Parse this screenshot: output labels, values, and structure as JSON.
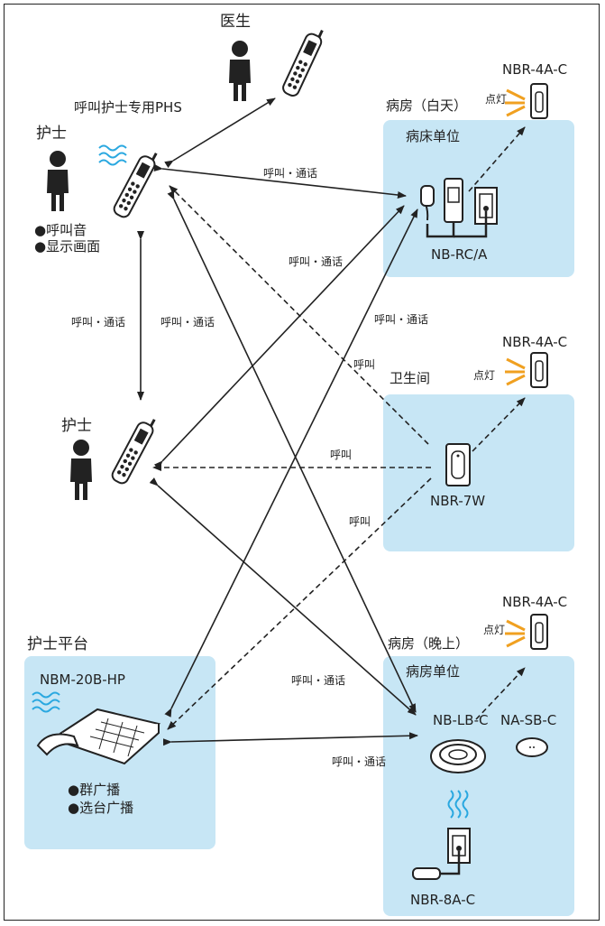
{
  "labels": {
    "doctor": "医生",
    "phs_call": "呼叫护士专用PHS",
    "nurse_top": "护士",
    "call_sound": "●呼叫音",
    "display_screen": "●显示画面",
    "nurse_mid": "护士",
    "nurse_station": "护士平台",
    "station_model": "NBM-20B-HP",
    "group_broadcast": "●群广播",
    "select_broadcast": "●选台广播",
    "ward_day": "病房（白天）",
    "bed_unit": "病床单位",
    "rc_model": "NB-RC/A",
    "toilet": "卫生间",
    "w7_model": "NBR-7W",
    "ward_night": "病房（晚上）",
    "ward_unit": "病房单位",
    "lb_model": "NB-LB-C",
    "sb_model": "NA-SB-C",
    "a8_model": "NBR-8A-C",
    "lamp_model_1": "NBR-4A-C",
    "lamp_model_2": "NBR-4A-C",
    "lamp_model_3": "NBR-4A-C",
    "light_on_1": "点灯",
    "light_on_2": "点灯",
    "light_on_3": "点灯"
  },
  "edge_labels": {
    "e1": "呼叫・通话",
    "e2": "呼叫・通话",
    "e3": "呼叫・通话",
    "e4": "呼叫・通话",
    "e5": "呼叫・通话",
    "e6": "呼叫",
    "e7": "呼叫",
    "e8": "呼叫",
    "e9": "呼叫・通话",
    "e10": "呼叫・通话"
  },
  "colors": {
    "panel": "#c7e6f5",
    "lamp_rays": "#f0a020",
    "wave": "#2aa8e0",
    "line": "#222222"
  }
}
